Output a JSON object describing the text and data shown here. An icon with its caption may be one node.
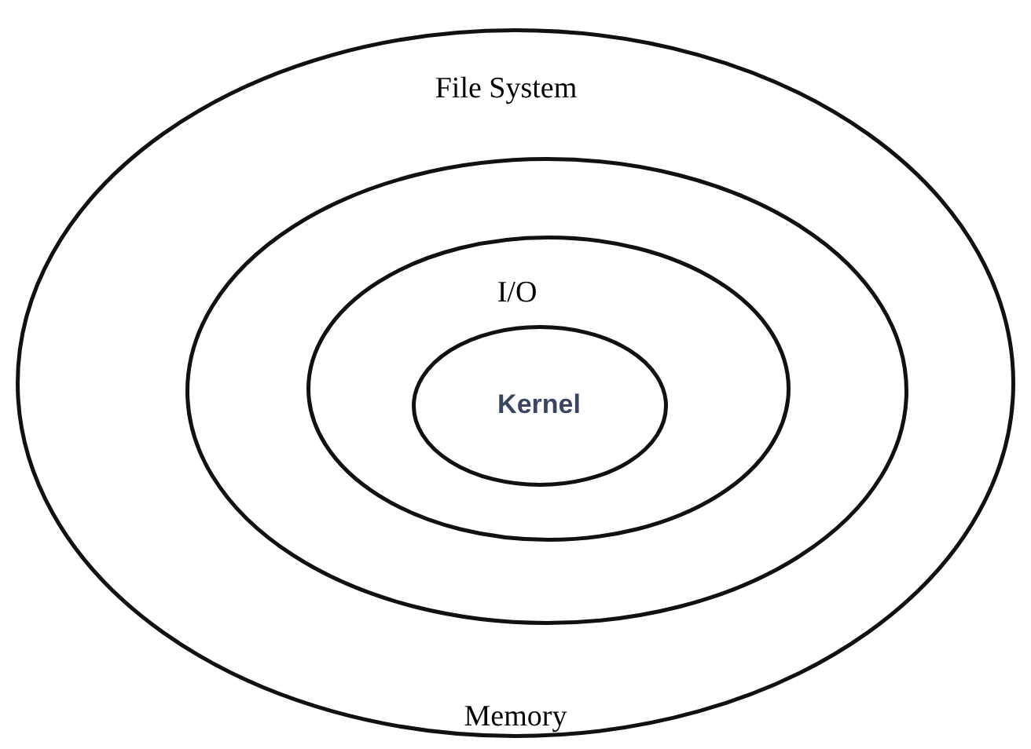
{
  "diagram": {
    "nodes": [
      {
        "text": [
          "Memory"
        ]
      },
      {
        "text": [
          "File System"
        ],
        "in": 0
      },
      {
        "text": [
          "I/O"
        ],
        "in": 1
      },
      {
        "text": [
          "Kernel"
        ],
        "in": 2
      }
    ]
  }
}
